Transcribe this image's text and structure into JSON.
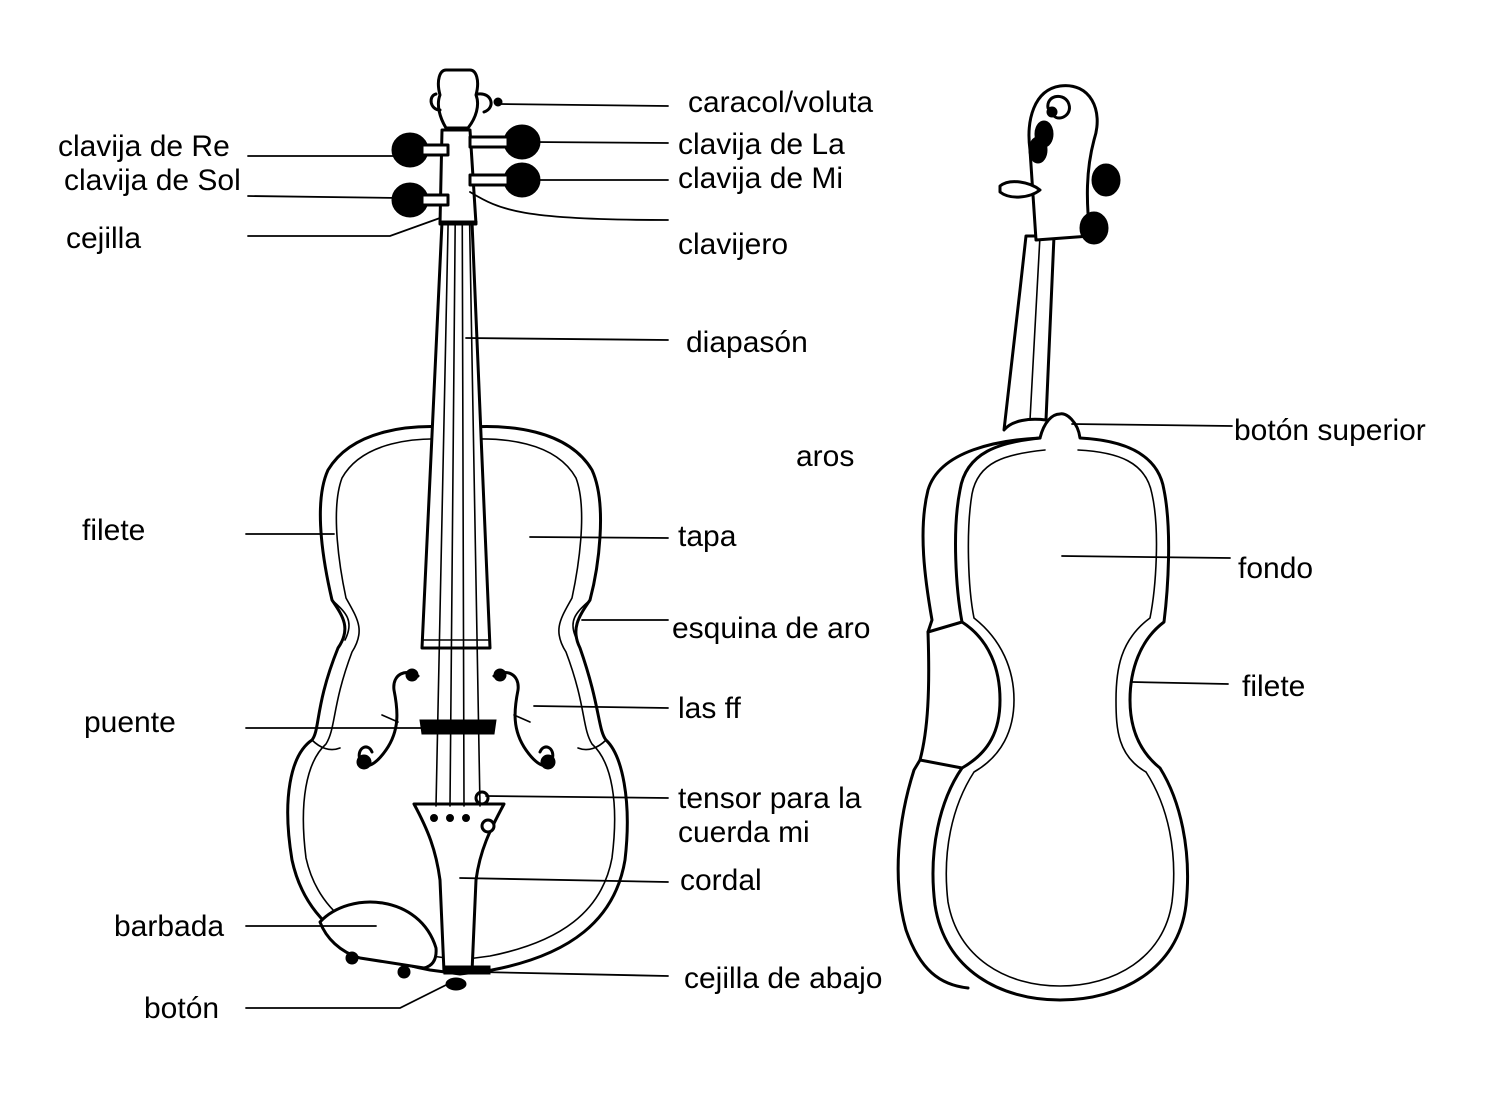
{
  "diagram": {
    "front_labels": {
      "caracol": "caracol/voluta",
      "clavija_la": "clavija de La",
      "clavija_mi": "clavija de Mi",
      "clavija_re": "clavija de Re",
      "clavija_sol": "clavija de Sol",
      "cejilla": "cejilla",
      "clavijero": "clavijero",
      "diapason": "diapasón",
      "aros": "aros",
      "filete": "filete",
      "tapa": "tapa",
      "esquina": "esquina de aro",
      "las_ff": "las ff",
      "puente": "puente",
      "tensor": "tensor para la cuerda mi",
      "cordal": "cordal",
      "barbada": "barbada",
      "cejilla_abajo": "cejilla de abajo",
      "boton": "botón"
    },
    "back_labels": {
      "boton_superior": "botón superior",
      "fondo": "fondo",
      "filete": "filete"
    }
  }
}
